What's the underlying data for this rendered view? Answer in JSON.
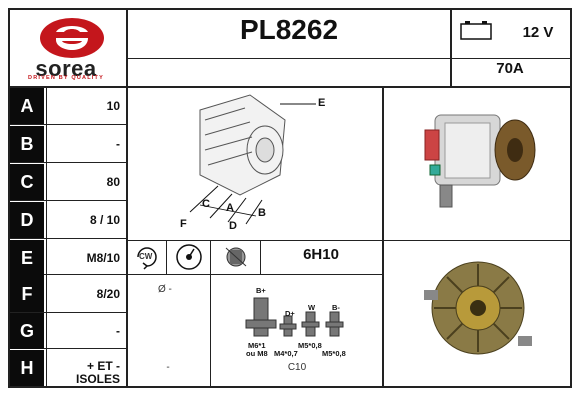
{
  "brand": {
    "name": "sorea",
    "tagline": "DRIVEN BY QUALITY",
    "colors": {
      "red": "#c4161c",
      "dark": "#222222"
    }
  },
  "header": {
    "part_number": "PL8262",
    "voltage": "12 V",
    "amperage": "70A",
    "battery_icon": "battery-icon"
  },
  "rows": [
    {
      "label": "A",
      "value": "10"
    },
    {
      "label": "B",
      "value": "-"
    },
    {
      "label": "C",
      "value": "80"
    },
    {
      "label": "D",
      "value": "8 / 10"
    },
    {
      "label": "E",
      "value": "M8/10"
    },
    {
      "label": "F",
      "value": "8/20"
    },
    {
      "label": "G",
      "value": "-"
    },
    {
      "label": "H",
      "value": "+ ET - ISOLES"
    }
  ],
  "diagram": {
    "labels": {
      "a": "A",
      "b": "B",
      "c": "C",
      "d": "D",
      "e": "E",
      "f": "F"
    }
  },
  "specs": {
    "rotation": "CW",
    "regulator_code": "6H10",
    "diameter": "Ø -",
    "g_note": "-",
    "connector_code": "C10"
  },
  "terminals": {
    "b_plus": "B+",
    "d_plus": "D+",
    "w": "W",
    "b_minus": "B-",
    "m6": "M6*1",
    "ou_m8": "ou M8",
    "m4": "M4*0,7",
    "m5a": "M5*0,8",
    "m5b": "M5*0,8"
  }
}
